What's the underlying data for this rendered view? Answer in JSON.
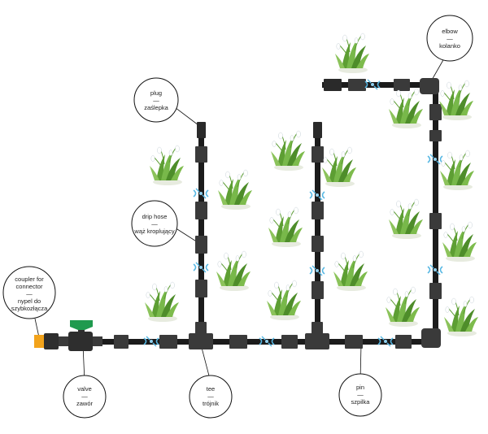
{
  "labels": {
    "plug": [
      "plug",
      "—",
      "zaślepka"
    ],
    "drip_hose": [
      "drip hose",
      "—",
      "wąż kroplujący"
    ],
    "coupler": [
      "coupler for",
      "connector",
      "—",
      "nypel do",
      "szybkozłącza"
    ],
    "valve": [
      "valve",
      "—",
      "zawór"
    ],
    "tee": [
      "tee",
      "—",
      "trójnik"
    ],
    "pin": [
      "pin",
      "—",
      "szpilka"
    ],
    "elbow": [
      "elbow",
      "—",
      "kolanko"
    ]
  },
  "colors": {
    "pipe": "#1b1b1b",
    "fitting": "#3a3a3a",
    "water": "#56b7e3",
    "valve_handle": "#1f9a4e",
    "valve_body": "#2e2e2e",
    "coupler_orange": "#f2a31b",
    "leaf": "#6fae3a",
    "flower": "#f4f6f8",
    "callout_line": "#111111"
  },
  "icons": [
    "snowdrop-plant-icon",
    "water-drip-icon",
    "valve-handle-icon"
  ]
}
